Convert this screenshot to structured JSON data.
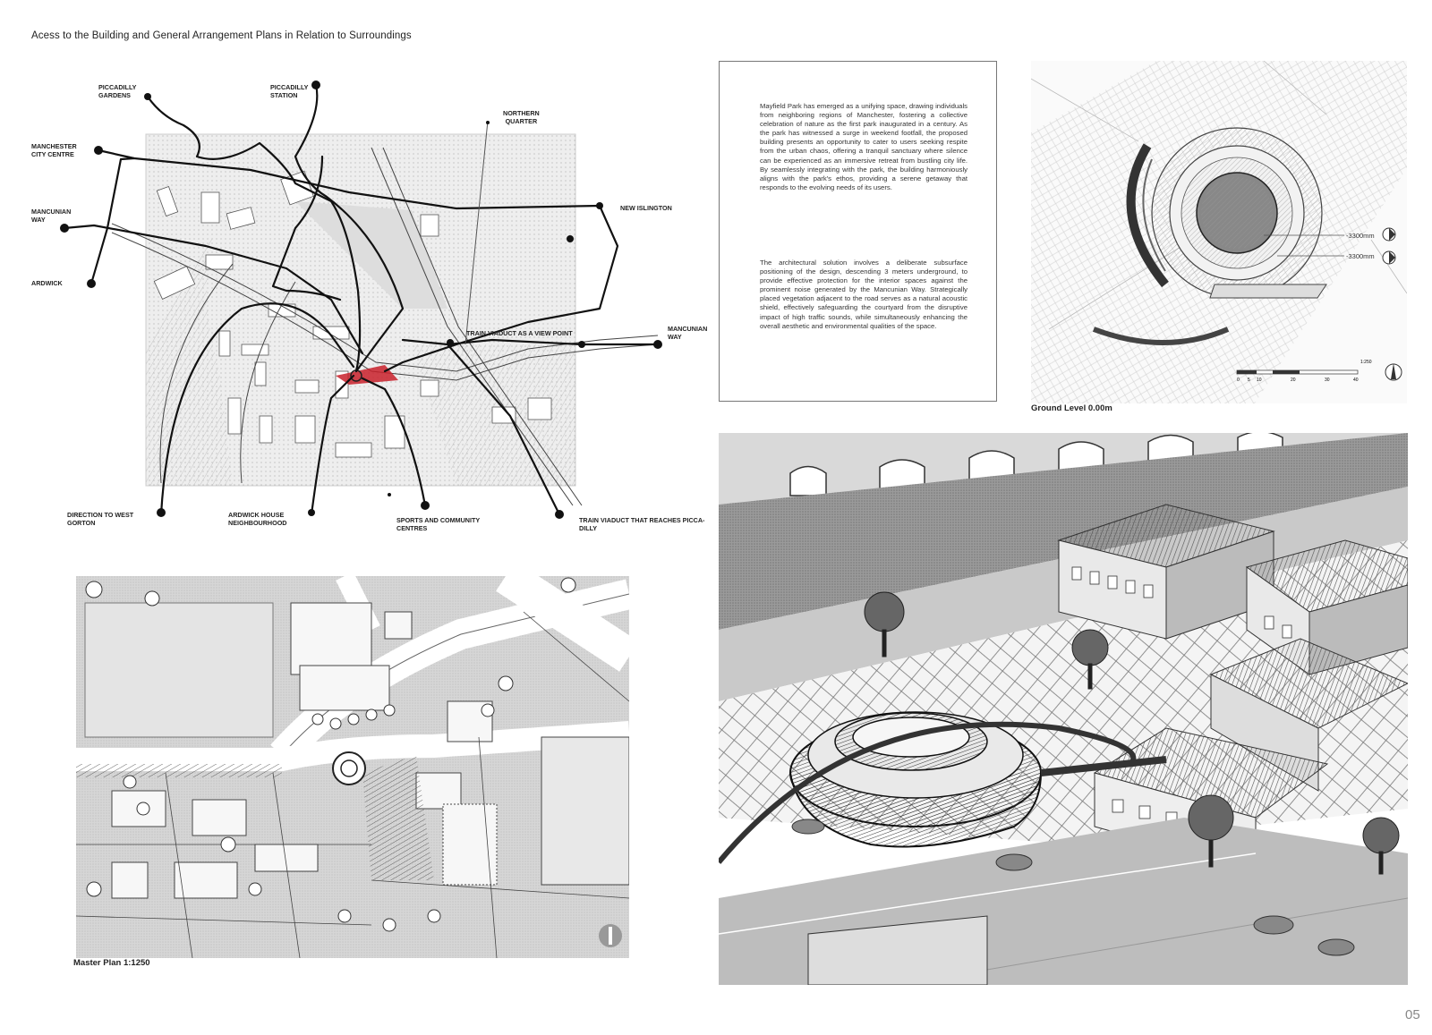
{
  "page": {
    "title": "Acess to the Building and General Arrangement Plans in Relation to Surroundings",
    "page_number": "05"
  },
  "location_map": {
    "labels": {
      "piccadilly_gardens": "PICCADILLY\nGARDENS",
      "piccadilly_station": "PICCADILLY\nSTATION",
      "northern_quarter": "NORTHERN\nQUARTER",
      "manchester_city_centre": "MANCHESTER\nCITY CENTRE",
      "mancunian_way_left": "MANCUNIAN\nWAY",
      "new_islington": "NEW ISLINGTON",
      "ardwick": "ARDWICK",
      "train_viaduct_view_point": "TRAIN VIADUCT AS A VIEW POINT",
      "mancunian_way_right": "MANCUNIAN\nWAY",
      "direction_west_gorton": "DIRECTION TO WEST\nGORTON",
      "ardwick_house": "ARDWICK HOUSE\nNEIGHBOURHOOD",
      "sports_centres": "SPORTS AND COMMUNITY\nCENTRES",
      "train_viaduct_piccadilly": "TRAIN VIADUCT THAT REACHES PICCA-\nDILLY"
    }
  },
  "description": {
    "paragraph_1": "Mayfield Park has emerged as a unifying space, drawing individuals from neighboring regions of Manchester, fostering a collective celebration of nature as the first park inaugurated in a century. As the park has witnessed a surge in weekend footfall, the proposed building presents an opportunity to cater to users seeking respite from the urban chaos, offering a tranquil sanctuary where silence can be experienced as an immersive retreat from bustling city life. By seamlessly integrating with the park, the building harmoniously aligns with the park's ethos, providing a serene getaway that responds to the evolving needs of its users.",
    "paragraph_2": "The architectural solution involves a deliberate subsurface positioning of the design, descending 3 meters underground, to provide effective protection for the interior spaces against the prominent noise generated by the Mancunian Way. Strategically placed vegetation adjacent to the road serves as a natural acoustic shield, effectively safeguarding the courtyard from the disruptive impact of high traffic sounds, while simultaneously enhancing the overall aesthetic and environmental qualities of the space."
  },
  "ground_plan": {
    "caption": "Ground Level 0.00m",
    "level_marker_1": "-3300mm",
    "level_marker_2": "-3300mm",
    "scale_ratio": "1:250",
    "scale_ticks": [
      "0",
      "5",
      "10",
      "20",
      "30",
      "40"
    ]
  },
  "master_plan": {
    "caption": "Master Plan 1:1250"
  },
  "colors": {
    "site_highlight": "#c8202a",
    "ink": "#222222",
    "paper": "#ffffff",
    "box_border": "#777777"
  }
}
